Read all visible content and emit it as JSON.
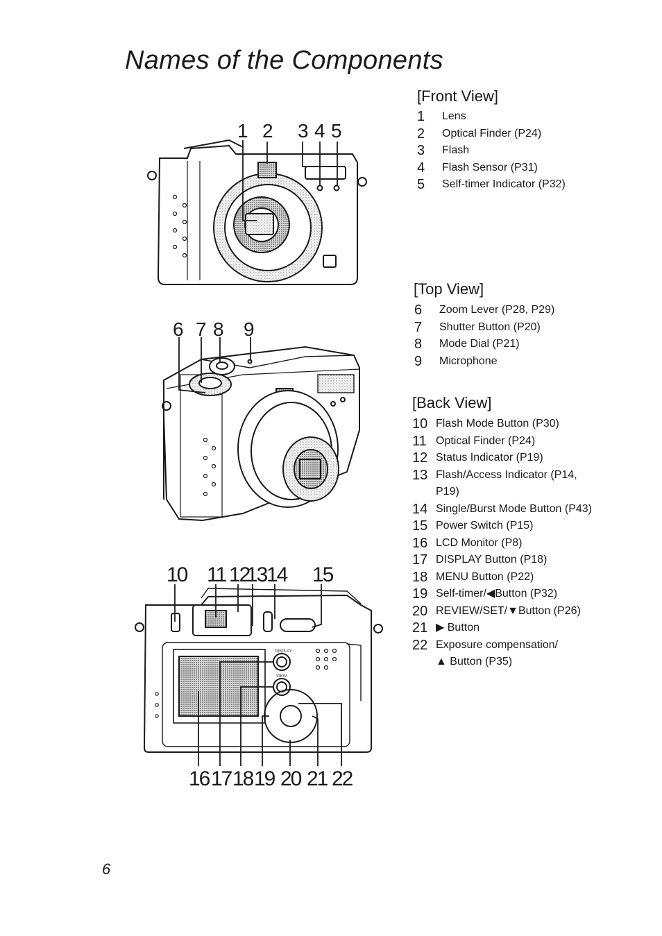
{
  "page": {
    "title": "Names of the Components",
    "page_number": "6"
  },
  "front_view": {
    "heading": "[Front View]",
    "callouts": [
      "1",
      "2",
      "3",
      "4",
      "5"
    ],
    "items": [
      {
        "num": "1",
        "text": "Lens"
      },
      {
        "num": "2",
        "text": "Optical Finder (P24)"
      },
      {
        "num": "3",
        "text": "Flash"
      },
      {
        "num": "4",
        "text": "Flash Sensor (P31)"
      },
      {
        "num": "5",
        "text": "Self-timer Indicator (P32)"
      }
    ]
  },
  "top_view": {
    "heading": "[Top View]",
    "callouts": [
      "6",
      "7",
      "8",
      "9"
    ],
    "items": [
      {
        "num": "6",
        "text": "Zoom Lever (P28, P29)"
      },
      {
        "num": "7",
        "text": "Shutter Button (P20)"
      },
      {
        "num": "8",
        "text": "Mode Dial (P21)"
      },
      {
        "num": "9",
        "text": "Microphone"
      }
    ]
  },
  "back_view": {
    "heading": "[Back View]",
    "callouts_top": [
      "10",
      "11",
      "12",
      "13",
      "14",
      "15"
    ],
    "callouts_bottom": [
      "16",
      "17",
      "18",
      "19",
      "20",
      "21",
      "22"
    ],
    "button_labels": {
      "display": "DISPLAY",
      "review": "VIEW"
    },
    "items": [
      {
        "num": "10",
        "text": "Flash Mode Button (P30)"
      },
      {
        "num": "11",
        "text": "Optical Finder (P24)"
      },
      {
        "num": "12",
        "text": "Status Indicator (P19)"
      },
      {
        "num": "13",
        "text": "Flash/Access Indicator (P14,\nP19)"
      },
      {
        "num": "14",
        "text": "Single/Burst Mode Button (P43)"
      },
      {
        "num": "15",
        "text": "Power Switch (P15)"
      },
      {
        "num": "16",
        "text": "LCD Monitor (P8)"
      },
      {
        "num": "17",
        "text": "DISPLAY Button (P18)"
      },
      {
        "num": "18",
        "text": "MENU Button (P22)"
      },
      {
        "num": "19",
        "text": "Self-timer/◀Button (P32)"
      },
      {
        "num": "20",
        "text": "REVIEW/SET/▼Button (P26)"
      },
      {
        "num": "21",
        "text": "▶ Button"
      },
      {
        "num": "22",
        "text": "Exposure compensation/\n▲ Button (P35)"
      }
    ]
  }
}
